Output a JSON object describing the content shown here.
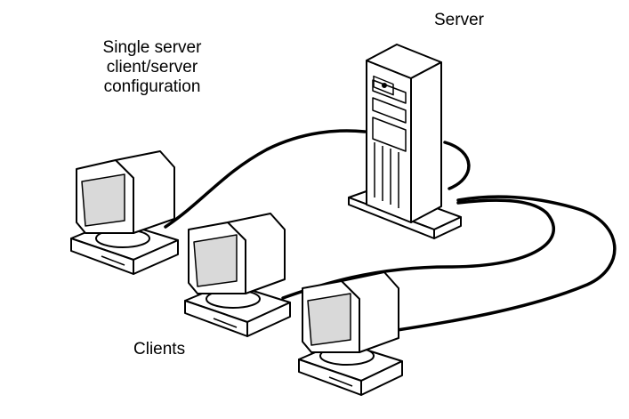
{
  "diagram": {
    "title_lines": [
      "Single server",
      "client/server",
      "configuration"
    ],
    "server_label": "Server",
    "clients_label": "Clients",
    "colors": {
      "stroke": "#000000",
      "screen": "#d9d9d9",
      "fill": "#ffffff"
    }
  }
}
